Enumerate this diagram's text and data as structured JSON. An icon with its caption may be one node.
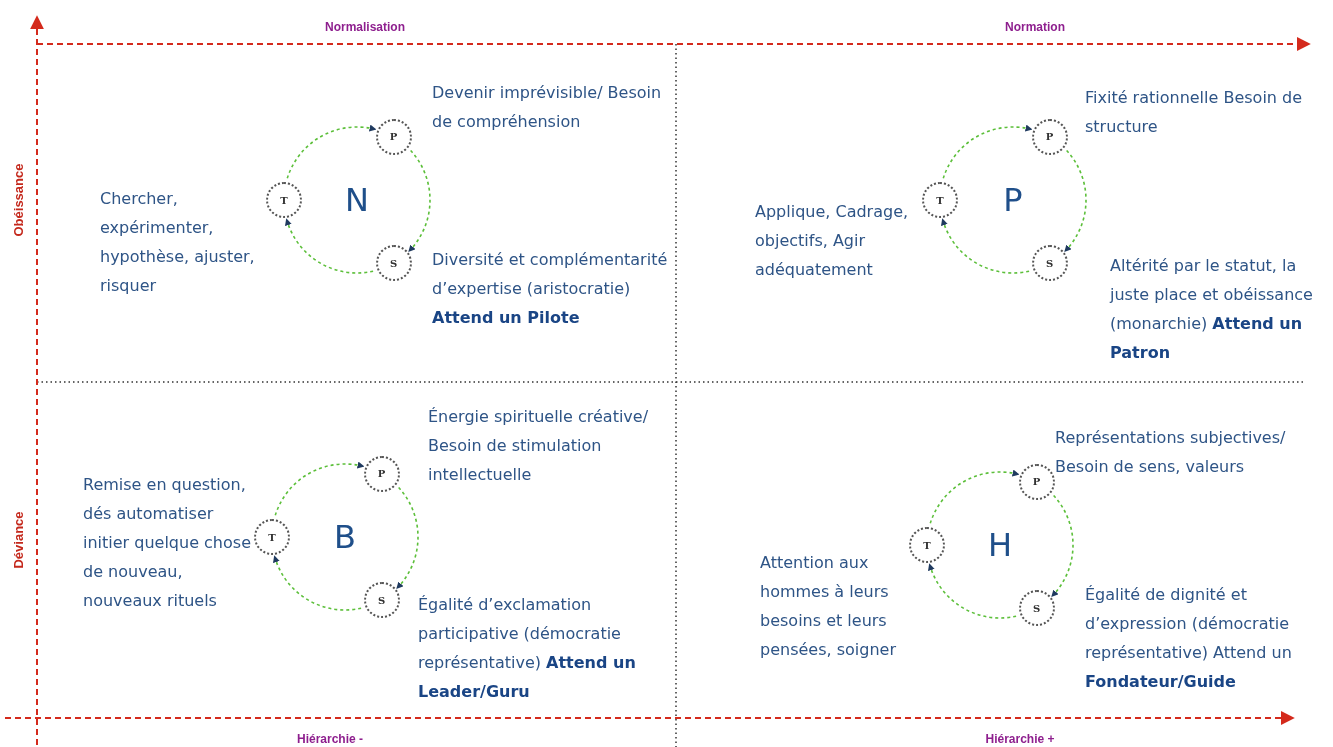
{
  "diagram": {
    "nodes": [
      {
        "text": [
          "P"
        ],
        "beside": [
          "Devenir imprévisible/ Besoin de compréhension"
        ]
      },
      {
        "text": [
          "T"
        ],
        "beside": [
          "Chercher, expérimenter, hypothèse, ajuster, risquer"
        ]
      },
      {
        "text": [
          "S"
        ],
        "beside": [
          "Diversité et complémentarité d’expertise (aristocratie) **Attend un Pilote**"
        ]
      },
      {
        "text": [
          "P"
        ],
        "beside": [
          "Fixité rationnelle Besoin de structure"
        ]
      },
      {
        "text": [
          "T"
        ],
        "beside": [
          "Applique, Cadrage, objectifs, Agir adéquatement"
        ]
      },
      {
        "text": [
          "S"
        ],
        "beside": [
          "Altérité  par le statut, la juste place et obéissance (monarchie) **Attend un Patron**"
        ]
      },
      {
        "text": [
          "P"
        ],
        "beside": [
          "Énergie spirituelle créative/ Besoin de stimulation intellectuelle"
        ]
      },
      {
        "text": [
          "T"
        ],
        "beside": [
          "Remise en question, dés automatiser initier quelque chose de nouveau, nouveaux rituels"
        ]
      },
      {
        "text": [
          "S"
        ],
        "beside": [
          "Égalité d’exclamation participative (démocratie représentative) **Attend un Leader/Guru**"
        ]
      },
      {
        "text": [
          "P"
        ],
        "beside": [
          "Représentations subjectives/ Besoin de sens, valeurs"
        ]
      },
      {
        "text": [
          "T"
        ],
        "beside": [
          "Attention aux hommes à leurs besoins et leurs pensées, soigner"
        ]
      },
      {
        "text": [
          "S"
        ],
        "beside": [
          "Égalité de dignité et d’expression (démocratie représentative) Attend un **Fondateur/Guide**"
        ]
      }
    ],
    "edges": [
      {
        "from": 0,
        "to": 2,
        "arrow": "to",
        "style": "dashed"
      },
      {
        "from": 2,
        "to": 1,
        "arrow": "to",
        "style": "dashed"
      },
      {
        "from": 1,
        "to": 0,
        "arrow": "to",
        "style": "dashed"
      },
      {
        "from": 3,
        "to": 5,
        "arrow": "to",
        "style": "dashed"
      },
      {
        "from": 5,
        "to": 4,
        "arrow": "to",
        "style": "dashed"
      },
      {
        "from": 4,
        "to": 3,
        "arrow": "to",
        "style": "dashed"
      },
      {
        "from": 6,
        "to": 8,
        "arrow": "to",
        "style": "dashed"
      },
      {
        "from": 8,
        "to": 7,
        "arrow": "to",
        "style": "dashed"
      },
      {
        "from": 7,
        "to": 6,
        "arrow": "to",
        "style": "dashed"
      },
      {
        "from": 9,
        "to": 11,
        "arrow": "to",
        "style": "dashed"
      },
      {
        "from": 11,
        "to": 10,
        "arrow": "to",
        "style": "dashed"
      },
      {
        "from": 10,
        "to": 9,
        "arrow": "to",
        "style": "dashed"
      }
    ],
    "labels": [
      "Normalisation",
      "Normation",
      "Obéissance",
      "N",
      "P",
      "Déviance",
      "B",
      "H",
      "Hiérarchie -",
      "Hiérarchie +"
    ]
  }
}
